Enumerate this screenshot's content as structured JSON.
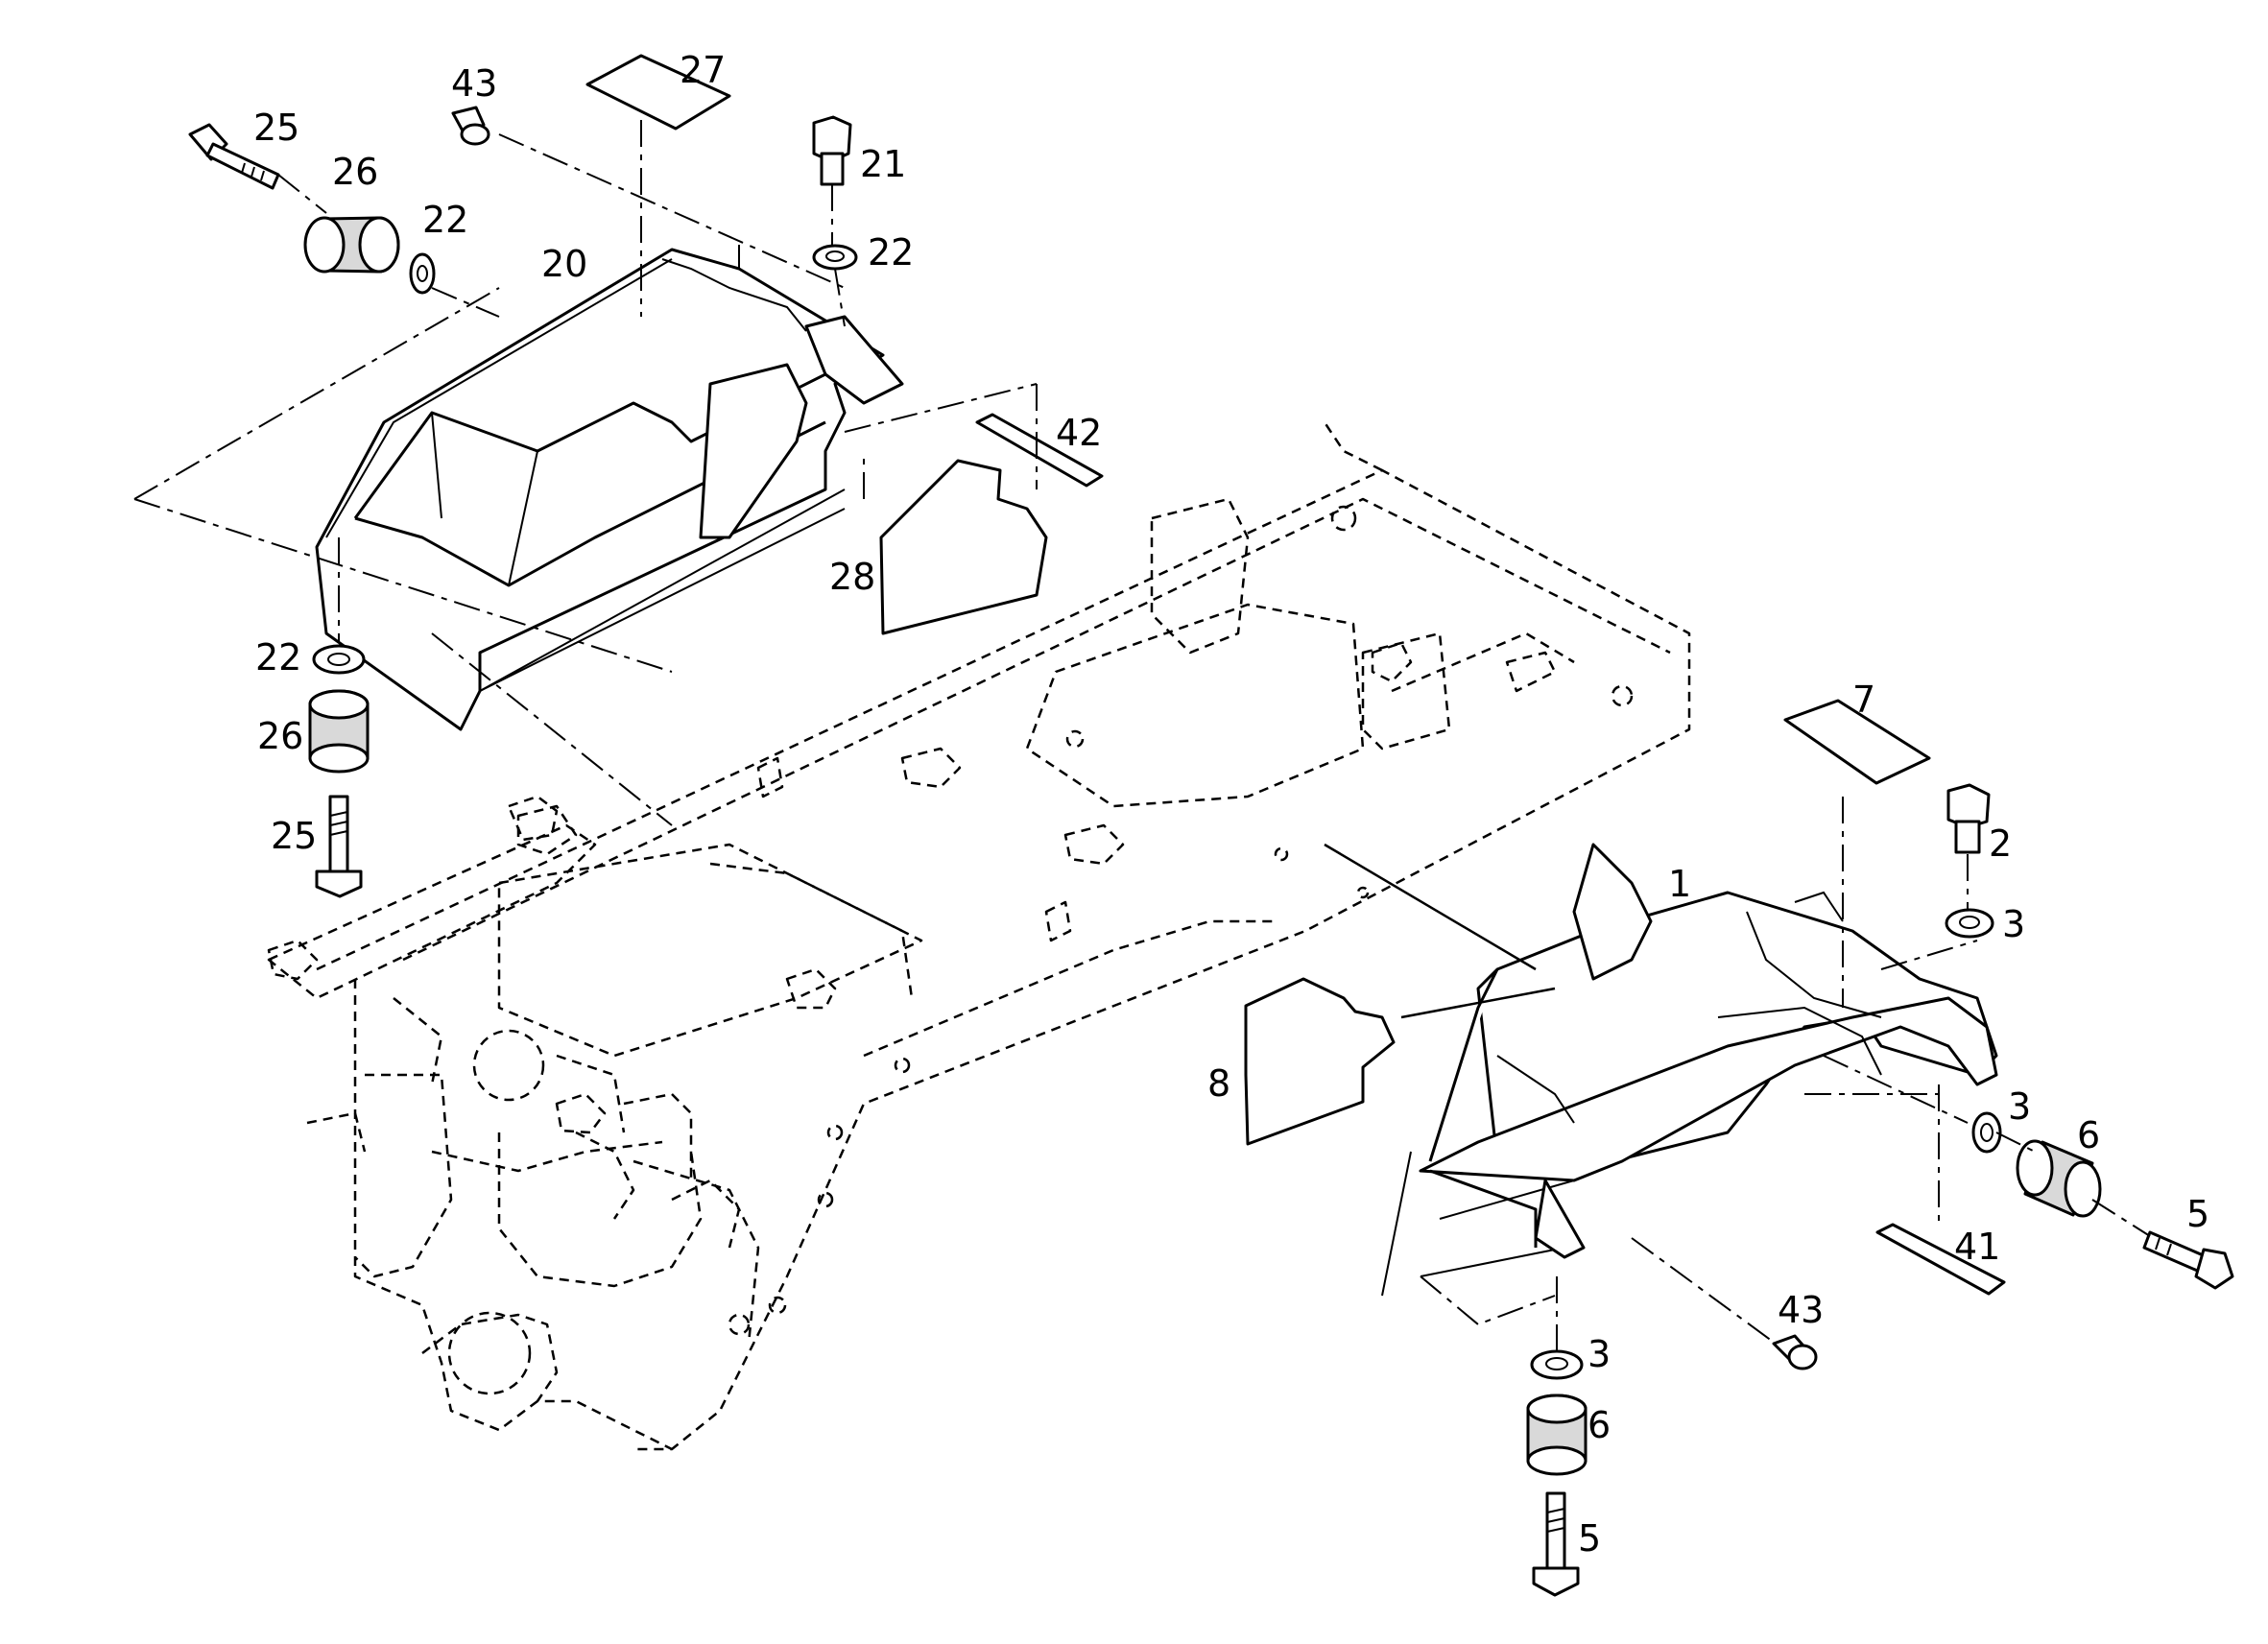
{
  "diagram": {
    "callouts": [
      "1",
      "2",
      "3",
      "3",
      "3",
      "5",
      "5",
      "6",
      "6",
      "7",
      "8",
      "20",
      "21",
      "22",
      "22",
      "22",
      "25",
      "25",
      "26",
      "26",
      "27",
      "28",
      "41",
      "42",
      "43",
      "43"
    ]
  },
  "colors": {
    "line": "#000000",
    "fill": "#ffffff",
    "shade": "#d9d9d9"
  }
}
